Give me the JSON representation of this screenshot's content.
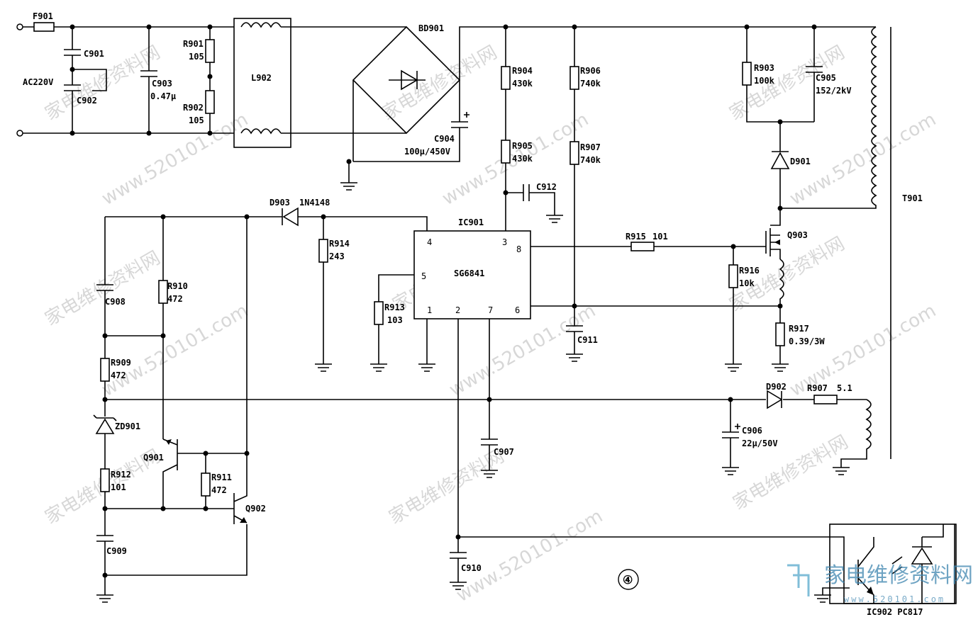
{
  "labels": {
    "f901": "F901",
    "c901": "C901",
    "ac220v": "AC220V",
    "c902": "C902",
    "c903": "C903",
    "c903_val": "0.47μ",
    "r901": "R901",
    "r901_val": "105",
    "r902": "R902",
    "r902_val": "105",
    "l902": "L902",
    "bd901": "BD901",
    "c904": "C904",
    "c904_val": "100μ/450V",
    "r904": "R904",
    "r904_val": "430k",
    "r905": "R905",
    "r905_val": "430k",
    "c912": "C912",
    "r906": "R906",
    "r906_val": "740k",
    "r907a": "R907",
    "r907a_val": "740k",
    "r903": "R903",
    "r903_val": "100k",
    "c905": "C905",
    "c905_val": "152/2kV",
    "d901": "D901",
    "t901": "T901",
    "q903": "Q903",
    "d903": "D903",
    "d903_val": "1N4148",
    "r914": "R914",
    "r914_val": "243",
    "ic901": "IC901",
    "ic901_name": "SG6841",
    "r915": "R915",
    "r915_val": "101",
    "r916": "R916",
    "r916_val": "10k",
    "r917": "R917",
    "r917_val": "0.39/3W",
    "c908": "C908",
    "r910": "R910",
    "r910_val": "472",
    "r913": "R913",
    "r913_val": "103",
    "c911": "C911",
    "r909": "R909",
    "r909_val": "472",
    "zd901": "ZD901",
    "d902": "D902",
    "r907b": "R907",
    "r907b_val": "5.1",
    "c906": "C906",
    "c906_val": "22μ/50V",
    "q901": "Q901",
    "c907": "C907",
    "r912": "R912",
    "r912_val": "101",
    "r911": "R911",
    "r911_val": "472",
    "q902": "Q902",
    "c909": "C909",
    "c910": "C910",
    "circle_num": "④",
    "ic902": "IC902 PC817"
  },
  "pins": {
    "p1": "1",
    "p2": "2",
    "p3": "3",
    "p4": "4",
    "p5": "5",
    "p6": "6",
    "p7": "7",
    "p8": "8"
  },
  "watermark": {
    "cn": "家电维修资料网",
    "url": "www.520101.com",
    "logo_cn": "家电维修资料网",
    "logo_url": "www.520101.com"
  }
}
